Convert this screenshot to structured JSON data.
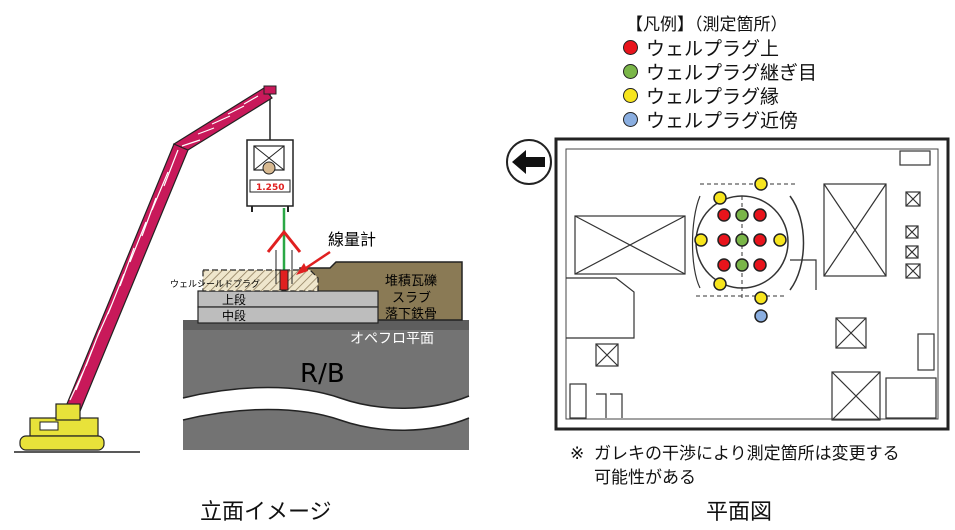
{
  "elevation": {
    "caption": "立面イメージ",
    "crane_display": "1.250",
    "label_meter": "線量計",
    "label_plug": "ウェルシールドプラグ",
    "layer_upper": "上段",
    "layer_middle": "中段",
    "label_debris": "堆積瓦礫",
    "label_slab": "スラブ",
    "label_steel": "落下鉄骨",
    "label_floor": "オペフロ平面",
    "label_building": "R/B",
    "colors": {
      "boom": "#c8195a",
      "ground": "#737373",
      "debris": "#8a7a55",
      "plug": "#efe6cc",
      "wire": "#2aa845",
      "arrow": "#e02020"
    }
  },
  "plan": {
    "caption": "平面図",
    "legend": {
      "title": "【凡例】（測定箇所）",
      "items": [
        {
          "label": "ウェルプラグ上",
          "color": "#e8141c"
        },
        {
          "label": "ウェルプラグ継ぎ目",
          "color": "#7ab648"
        },
        {
          "label": "ウェルプラグ縁",
          "color": "#f7e51e"
        },
        {
          "label": "ウェルプラグ近傍",
          "color": "#8aaee0"
        }
      ]
    },
    "note_mark": "※",
    "note_line1": "ガレキの干渉により測定箇所は変更する",
    "note_line2": "可能性がある"
  }
}
